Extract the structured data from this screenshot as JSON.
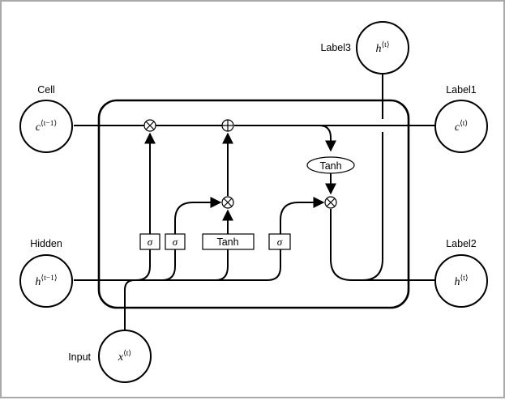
{
  "labels": {
    "cell": "Cell",
    "hidden": "Hidden",
    "input": "Input",
    "label1": "Label1",
    "label2": "Label2",
    "label3": "Label3"
  },
  "nodes": {
    "c_prev": {
      "base": "c",
      "sup": "⟨t−1⟩"
    },
    "h_prev": {
      "base": "h",
      "sup": "⟨t−1⟩"
    },
    "x_t": {
      "base": "x",
      "sup": "⟨t⟩"
    },
    "c_t": {
      "base": "c",
      "sup": "⟨t⟩"
    },
    "h_t_right": {
      "base": "h",
      "sup": "⟨t⟩"
    },
    "h_t_top": {
      "base": "h",
      "sup": "⟨t⟩"
    }
  },
  "gates": {
    "sigma1": "σ",
    "sigma2": "σ",
    "tanh1": "Tanh",
    "sigma3": "σ",
    "tanh2": "Tanh"
  },
  "ops": {
    "mul_forget": "⊗",
    "add_cell": "⊕",
    "mul_input": "⊗",
    "mul_output": "⊗"
  }
}
